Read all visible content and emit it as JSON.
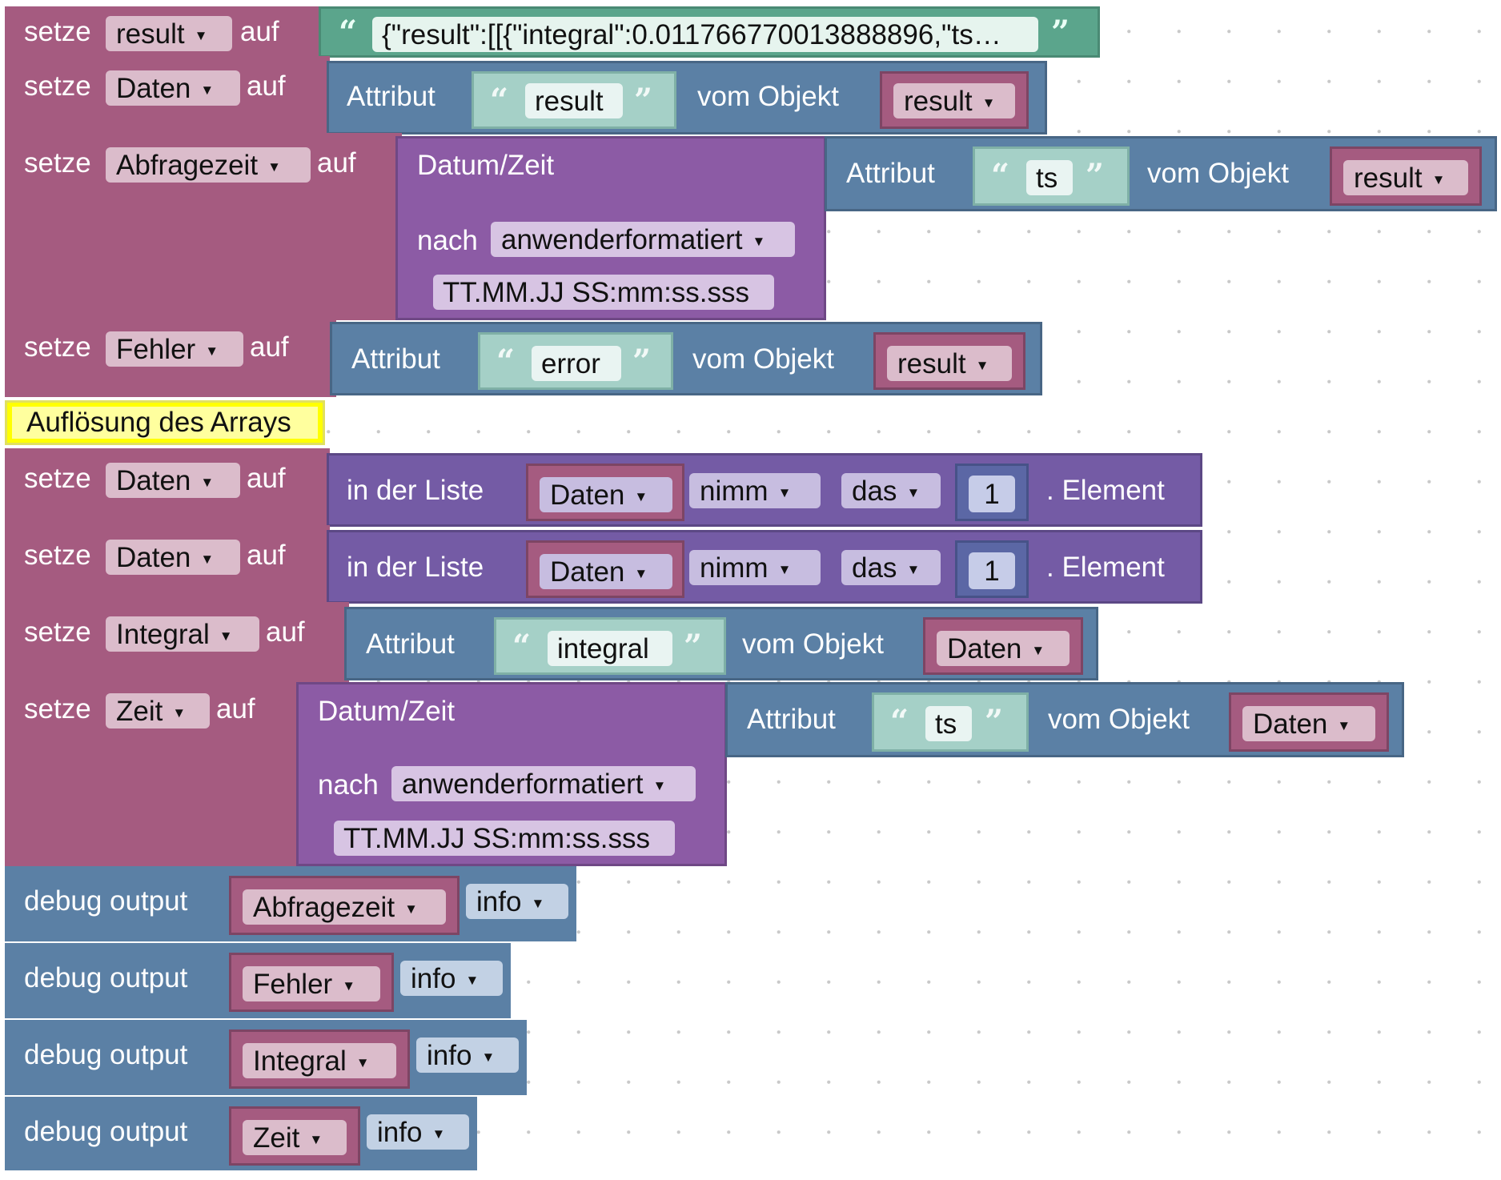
{
  "workspace": {
    "kw_set": "setze",
    "kw_to": "auf",
    "kw_attribute": "Attribut",
    "kw_of_object": "vom Objekt",
    "kw_datetime": "Datum/Zeit",
    "kw_to_format": "nach",
    "kw_in_list": "in der Liste",
    "kw_element": ". Element",
    "kw_debug": "debug output",
    "format_option": "anwenderformatiert",
    "format_pattern": "TT.MM.JJ SS:mm:ss.sss",
    "list_get": "nimm",
    "list_where": "das",
    "index_value": "1",
    "log_level": "info",
    "comment": "Auflösung des Arrays",
    "json_literal": "{\"result\":[[{\"integral\":0.011766770013888896,\"ts…",
    "str_result": "result",
    "str_ts": "ts",
    "str_error": "error",
    "str_integral": "integral",
    "vars": {
      "result": "result",
      "daten": "Daten",
      "abfragezeit": "Abfragezeit",
      "fehler": "Fehler",
      "integral": "Integral",
      "zeit": "Zeit"
    }
  },
  "colors": {
    "variables": "#a55b80",
    "text": "#a5d0c7",
    "object": "#5b80a5",
    "datetime": "#8c5ba5",
    "lists": "#745ba5",
    "math": "#5b67a5",
    "comment": "#ffff00"
  }
}
